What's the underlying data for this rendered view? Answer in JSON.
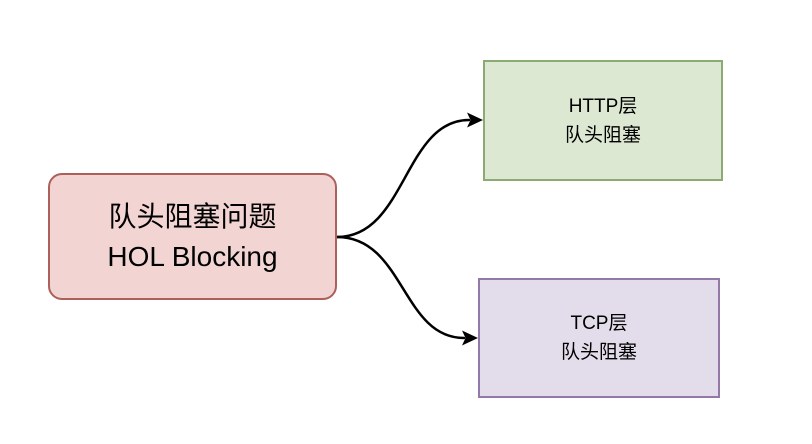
{
  "diagram": {
    "background_color": "#ffffff",
    "arrow_color": "#000000",
    "nodes": {
      "root": {
        "line1": "队头阻塞问题",
        "line2": "HOL Blocking",
        "fill": "#f2d5d3",
        "stroke": "#ad5f5b"
      },
      "http": {
        "line1": "HTTP层",
        "line2": "队头阻塞",
        "fill": "#dce8d2",
        "stroke": "#8cab74"
      },
      "tcp": {
        "line1": "TCP层",
        "line2": "队头阻塞",
        "fill": "#e3dcea",
        "stroke": "#9478a8"
      }
    }
  }
}
